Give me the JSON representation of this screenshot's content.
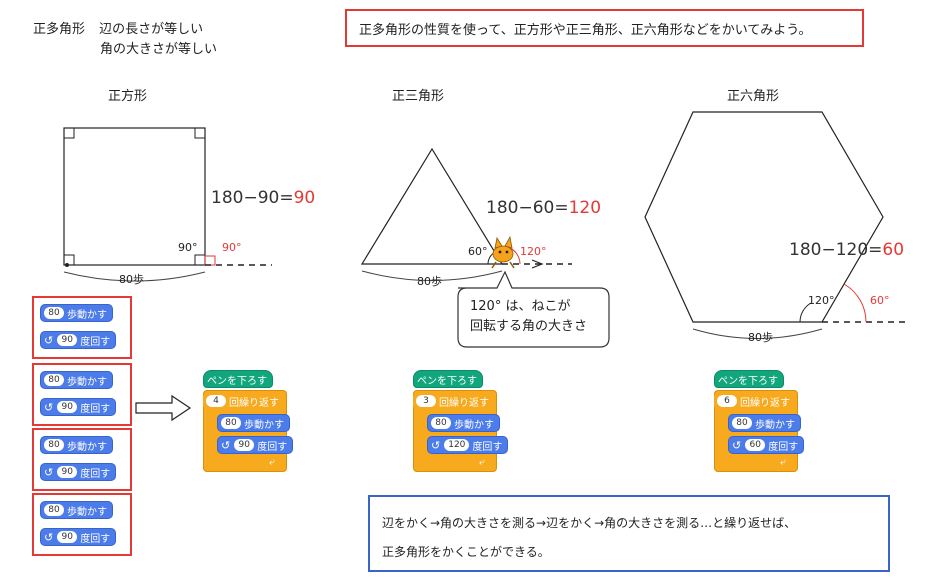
{
  "definition": {
    "term": "正多角形",
    "line1": "辺の長さが等しい",
    "line2": "角の大きさが等しい"
  },
  "instruction": "正多角形の性質を使って、正方形や正三角形、正六角形などをかいてみよう。",
  "square": {
    "title": "正方形",
    "eq_prefix": "180−90=",
    "eq_result": "90",
    "inner_angle": "90°",
    "outer_angle": "90°",
    "steps": "80歩"
  },
  "triangle": {
    "title": "正三角形",
    "eq_prefix": "180−60=",
    "eq_result": "120",
    "inner_angle": "60°",
    "outer_angle": "120°",
    "steps": "80歩",
    "callout_line1": "120° は、ねこが",
    "callout_line2": "回転する角の大きさ"
  },
  "hexagon": {
    "title": "正六角形",
    "eq_prefix": "180−120=",
    "eq_result": "60",
    "inner_angle": "120°",
    "outer_angle": "60°",
    "steps": "80歩"
  },
  "blocks": {
    "pen_down": "ペンを下ろす",
    "repeat_suffix": "回繰り返す",
    "move_suffix": "歩動かす",
    "turn_suffix": "度回す",
    "move_steps": "80",
    "square_repeat": "4",
    "square_turn": "90",
    "triangle_repeat": "3",
    "triangle_turn": "120",
    "hexagon_repeat": "6",
    "hexagon_turn": "60"
  },
  "summary_line1": "辺をかく→角の大きさを測る→辺をかく→角の大きさを測る…と繰り返せば、",
  "summary_line2": "正多角形をかくことができる。",
  "colors": {
    "red": "#e53935",
    "blue": "#3a64c8",
    "motion_block": "#4c7bea",
    "pen_block": "#12a67c",
    "control_block": "#f7aa1e"
  }
}
